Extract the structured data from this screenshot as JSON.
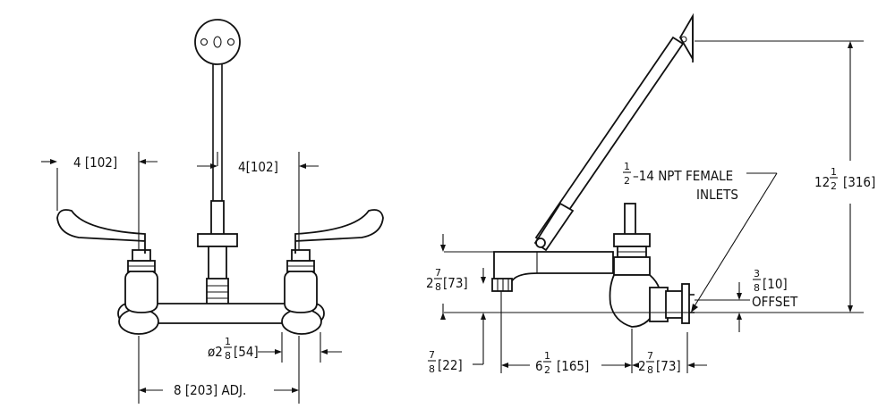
{
  "front_view": {
    "dim_left_spout": "4 [102]",
    "dim_right_spout": "4[102]",
    "dim_inlet": {
      "prefix": "ø2",
      "num": "1",
      "den": "8",
      "suffix": "[54]"
    },
    "dim_centers": "8 [203] ADJ."
  },
  "side_view": {
    "dim_height": {
      "whole": "2",
      "num": "7",
      "den": "8",
      "suffix": "[73]"
    },
    "dim_drop": {
      "num": "7",
      "den": "8",
      "suffix": "[22]"
    },
    "dim_reach": {
      "whole": "6",
      "num": "1",
      "den": "2",
      "suffix": "[165]"
    },
    "dim_body": {
      "whole": "2",
      "num": "7",
      "den": "8",
      "suffix": "[73]"
    },
    "dim_offset": {
      "num": "3",
      "den": "8",
      "suffix": "[10]",
      "caption": "OFFSET"
    },
    "dim_brace": {
      "whole": "12",
      "num": "1",
      "den": "2",
      "suffix": "[316]"
    },
    "note_inlets": {
      "num": "1",
      "den": "2",
      "line1_suffix": "–14 NPT FEMALE",
      "line2": "INLETS"
    }
  }
}
